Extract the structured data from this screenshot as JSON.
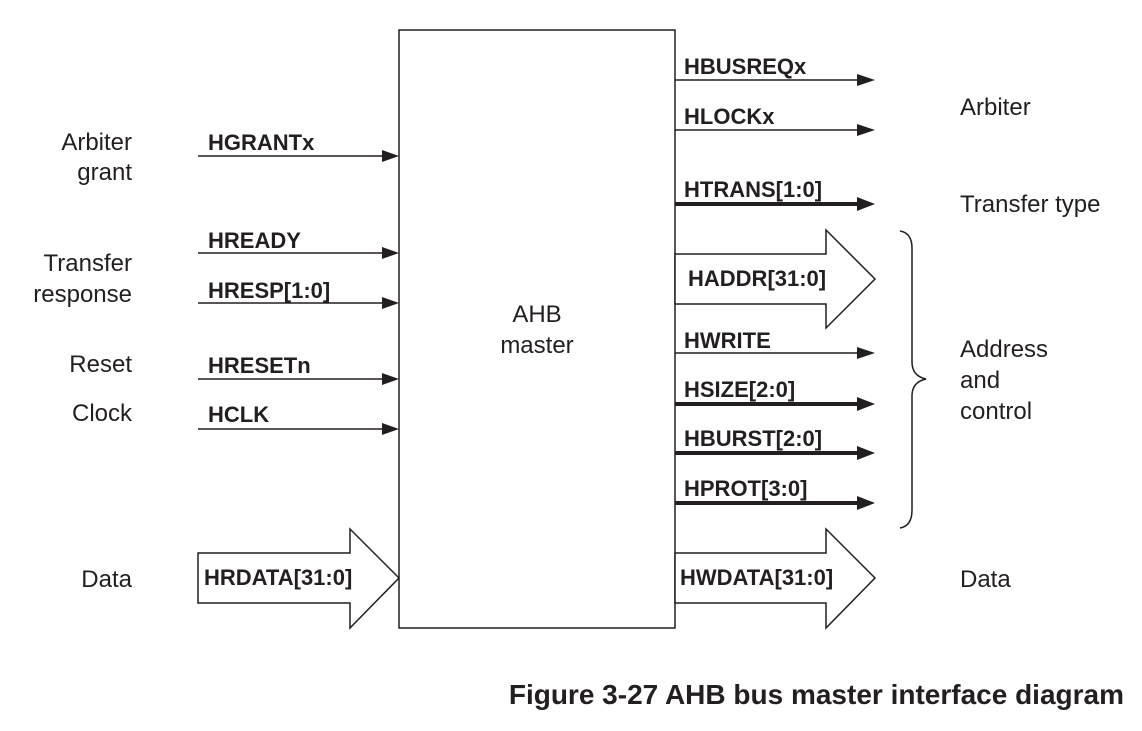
{
  "block": {
    "line1": "AHB",
    "line2": "master"
  },
  "left_groups": {
    "arbiter_grant": [
      "Arbiter",
      "grant"
    ],
    "transfer_response": [
      "Transfer",
      "response"
    ],
    "reset": "Reset",
    "clock": "Clock",
    "data": "Data"
  },
  "inputs": {
    "hgrantx": "HGRANTx",
    "hready": "HREADY",
    "hresp": "HRESP[1:0]",
    "hresetn": "HRESETn",
    "hclk": "HCLK",
    "hrdata": "HRDATA[31:0]"
  },
  "outputs": {
    "hbusreqx": "HBUSREQx",
    "hlockx": "HLOCKx",
    "htrans": "HTRANS[1:0]",
    "haddr": "HADDR[31:0]",
    "hwrite": "HWRITE",
    "hsize": "HSIZE[2:0]",
    "hburst": "HBURST[2:0]",
    "hprot": "HPROT[3:0]",
    "hwdata": "HWDATA[31:0]"
  },
  "right_groups": {
    "arbiter": "Arbiter",
    "transfer_type": "Transfer type",
    "address_control": [
      "Address",
      "and",
      "control"
    ],
    "data": "Data"
  },
  "caption": "Figure 3-27 AHB bus master interface diagram"
}
